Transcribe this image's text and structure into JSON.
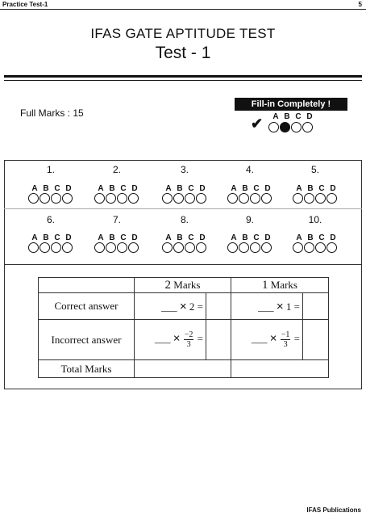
{
  "header": {
    "left": "Practice Test-1",
    "page_number": "5"
  },
  "title": "IFAS GATE APTITUDE TEST",
  "subtitle": "Test - 1",
  "full_marks": "Full Marks : 15",
  "instruction": {
    "label": "Fill-in Completely !",
    "check_glyph": "✔",
    "options": [
      "A",
      "B",
      "C",
      "D"
    ],
    "filled_option": "B"
  },
  "answer_grid": {
    "options": [
      "A",
      "B",
      "C",
      "D"
    ],
    "questions": [
      "1.",
      "2.",
      "3.",
      "4.",
      "5.",
      "6.",
      "7.",
      "8.",
      "9.",
      "10."
    ]
  },
  "marks_table": {
    "col_2": {
      "num": "2",
      "word": "Marks"
    },
    "col_1": {
      "num": "1",
      "word": "Marks"
    },
    "rows": {
      "correct": "Correct answer",
      "incorrect": "Incorrect answer",
      "total": "Total Marks"
    },
    "blank": "___",
    "times": "×",
    "equals": "=",
    "correct_2": "2",
    "correct_1": "1",
    "incorrect_2": {
      "sign": "−",
      "num": "2",
      "den": "3"
    },
    "incorrect_1": {
      "sign": "−",
      "num": "1",
      "den": "3"
    }
  },
  "footer": "IFAS Publications"
}
